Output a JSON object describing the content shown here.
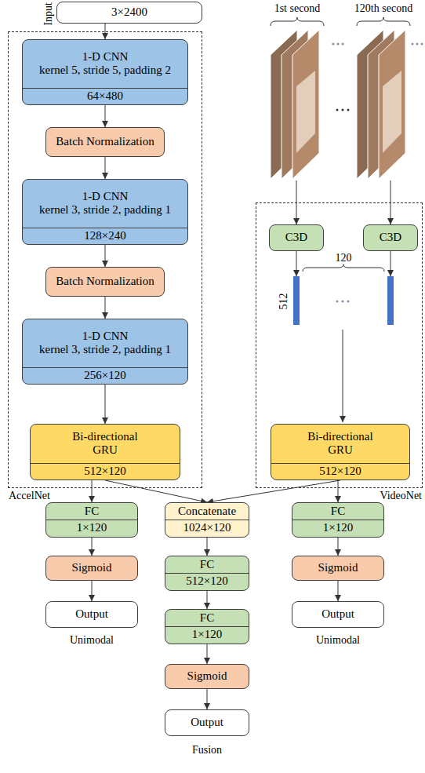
{
  "diagram": {
    "nodes": [
      {
        "text": [
          "3×2400"
        ]
      },
      {
        "text": [
          "AccelNet"
        ]
      },
      {
        "text": [
          "1-D CNN",
          "kernel 5, stride 5, padding 2",
          "64×480"
        ],
        "in": 1
      },
      {
        "text": [
          "Batch Normalization"
        ],
        "in": 1
      },
      {
        "text": [
          "1-D CNN",
          "kernel 3, stride 2, padding 1",
          "128×240"
        ],
        "in": 1
      },
      {
        "text": [
          "Batch Normalization"
        ],
        "in": 1
      },
      {
        "text": [
          "1-D CNN",
          "kernel 3, stride 2, padding 1",
          "256×120"
        ],
        "in": 1
      },
      {
        "text": [
          "Bi-directional GRU",
          "512×120"
        ],
        "in": 1
      },
      {
        "text": [
          "VideoNet"
        ]
      },
      {
        "text": [
          "C3D"
        ],
        "in": 8
      },
      {
        "text": [
          "C3D"
        ],
        "in": 8
      },
      {
        "text": [
          "Bi-directional GRU",
          "512×120"
        ],
        "in": 8
      },
      {
        "text": [
          "FC",
          "1×120"
        ]
      },
      {
        "text": [
          "Sigmoid"
        ]
      },
      {
        "text": [
          "Output"
        ]
      },
      {
        "text": [
          "Concatenate",
          "1024×120"
        ]
      },
      {
        "text": [
          "FC",
          "512×120"
        ]
      },
      {
        "text": [
          "FC",
          "1×120"
        ]
      },
      {
        "text": [
          "Sigmoid"
        ]
      },
      {
        "text": [
          "Output"
        ]
      },
      {
        "text": [
          "FC",
          "1×120"
        ]
      },
      {
        "text": [
          "Sigmoid"
        ]
      },
      {
        "text": [
          "Output"
        ]
      }
    ],
    "edges": [
      {
        "from": 0,
        "to": 2,
        "arrow": "to"
      },
      {
        "from": 2,
        "to": 3,
        "arrow": "to"
      },
      {
        "from": 3,
        "to": 4,
        "arrow": "to"
      },
      {
        "from": 4,
        "to": 5,
        "arrow": "to"
      },
      {
        "from": 5,
        "to": 6,
        "arrow": "to"
      },
      {
        "from": 6,
        "to": 7,
        "arrow": "to"
      },
      {
        "from": 7,
        "to": 12,
        "arrow": "to"
      },
      {
        "from": 7,
        "to": 15,
        "arrow": "to"
      },
      {
        "from": 11,
        "to": 15,
        "arrow": "to"
      },
      {
        "from": 11,
        "to": 20,
        "arrow": "to"
      },
      {
        "from": 12,
        "to": 13,
        "arrow": "to"
      },
      {
        "from": 13,
        "to": 14,
        "arrow": "to"
      },
      {
        "from": 15,
        "to": 16,
        "arrow": "to"
      },
      {
        "from": 16,
        "to": 17,
        "arrow": "to"
      },
      {
        "from": 17,
        "to": 18,
        "arrow": "to"
      },
      {
        "from": 18,
        "to": 19,
        "arrow": "to"
      },
      {
        "from": 20,
        "to": 21,
        "arrow": "to"
      },
      {
        "from": 21,
        "to": 22,
        "arrow": "to"
      }
    ],
    "labels": [
      "Input",
      "1st second",
      "120th second",
      "120",
      "512",
      "Unimodal",
      "Fusion",
      "Unimodal"
    ]
  }
}
